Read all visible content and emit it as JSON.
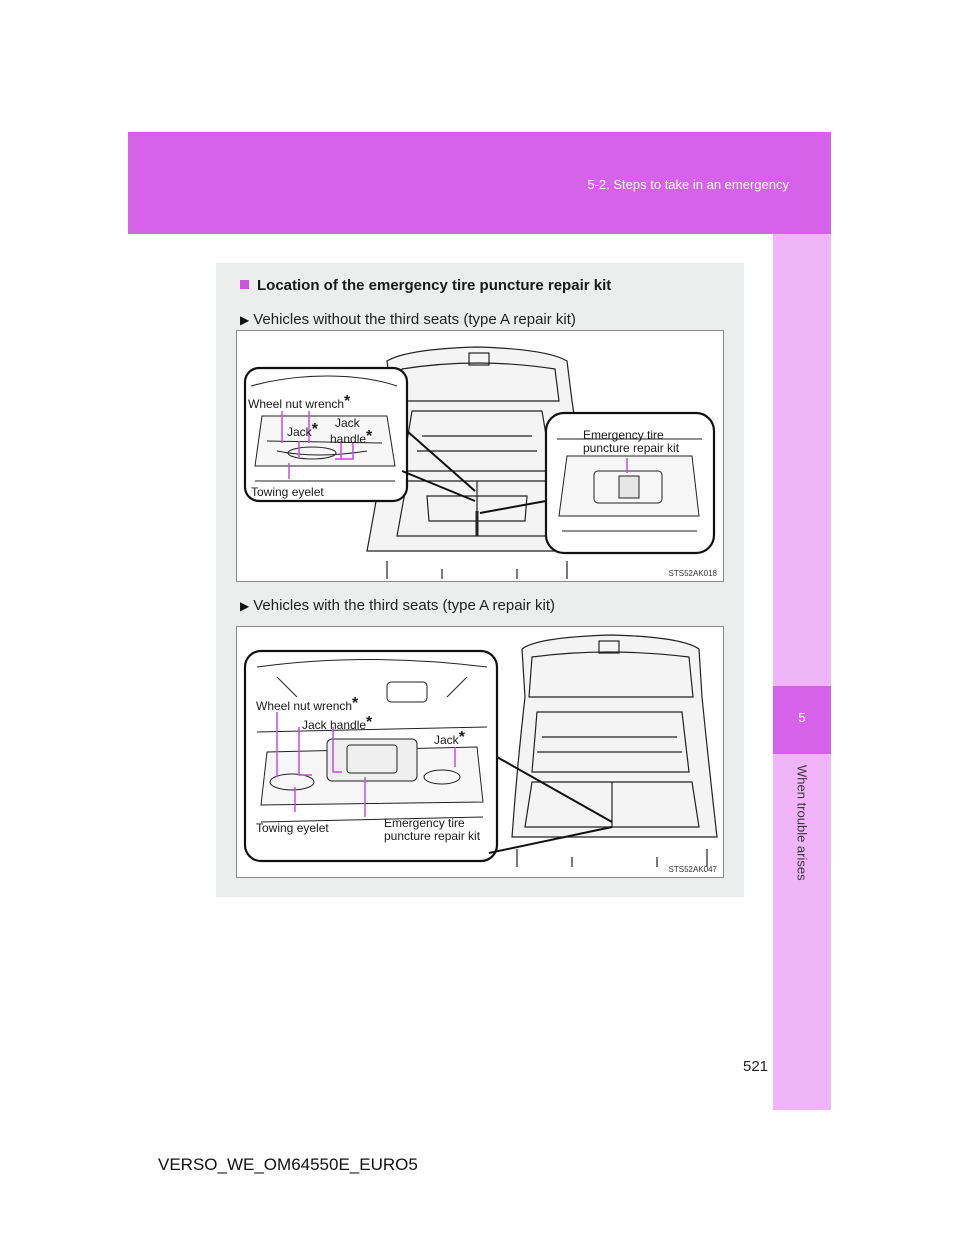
{
  "header": {
    "breadcrumb": "5-2. Steps to take in an emergency"
  },
  "side_tab": {
    "chapter_number": "5",
    "chapter_title": "When trouble arises"
  },
  "section": {
    "title": "Location of the emergency tire puncture repair kit"
  },
  "figure1": {
    "caption": "Vehicles without the third seats (type A repair kit)",
    "code": "STS52AK018",
    "labels": {
      "wheel_nut_wrench": "Wheel nut wrench",
      "jack": "Jack",
      "jack_handle_line1": "Jack",
      "jack_handle_line2": "handle",
      "towing_eyelet": "Towing eyelet",
      "repair_kit_line1": "Emergency tire",
      "repair_kit_line2": "puncture repair kit"
    },
    "asterisk": "*"
  },
  "figure2": {
    "caption": "Vehicles with the third seats (type A repair kit)",
    "code": "STS52AK047",
    "labels": {
      "wheel_nut_wrench": "Wheel nut wrench",
      "jack_handle": "Jack handle",
      "jack": "Jack",
      "towing_eyelet": "Towing eyelet",
      "repair_kit_line1": "Emergency tire",
      "repair_kit_line2": "puncture repair kit"
    },
    "asterisk": "*"
  },
  "footer": {
    "page_number": "521",
    "document_code": "VERSO_WE_OM64550E_EURO5"
  },
  "colors": {
    "accent": "#d562e8",
    "accent_light": "#f0b4f8",
    "panel": "#eceded",
    "leader_line": "#c64fe0"
  }
}
